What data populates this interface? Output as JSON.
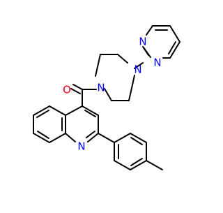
{
  "molecule": {
    "atom_labels": {
      "O": "O",
      "N_pip_left": "N",
      "N_pip_right": "N",
      "N_pym_top": "N",
      "N_pym_bottom": "N",
      "N_quinoline": "N"
    }
  },
  "colors": {
    "bond": "#000000",
    "oxygen": "#ff0000",
    "nitrogen": "#0000ff",
    "background": "#ffffff"
  }
}
